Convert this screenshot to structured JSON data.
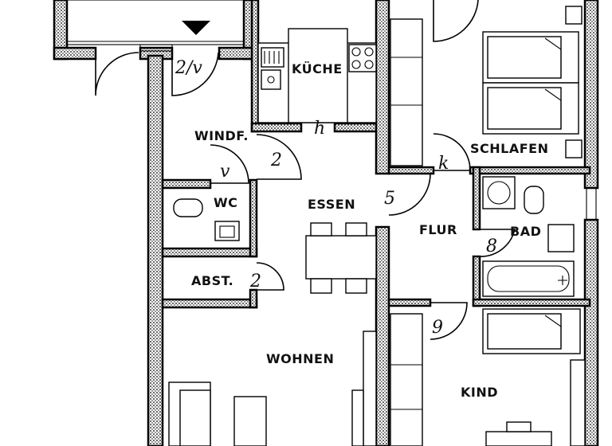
{
  "rooms": {
    "kueche": "KÜCHE",
    "windfang": "WINDF.",
    "wc": "WC",
    "essen": "ESSEN",
    "flur": "FLUR",
    "bad": "BAD",
    "abstell": "ABST.",
    "wohnen": "WOHNEN",
    "schlafen": "SCHLAFEN",
    "kind": "KIND"
  },
  "handwritten": {
    "entry": "2/v",
    "windfang": "2",
    "wc": "v",
    "kitchen": "h",
    "essen": "5",
    "abstell": "2",
    "schlafen": "k",
    "bad": "8",
    "kind": "9"
  },
  "colors": {
    "wall": "#000000",
    "background": "#ffffff"
  }
}
